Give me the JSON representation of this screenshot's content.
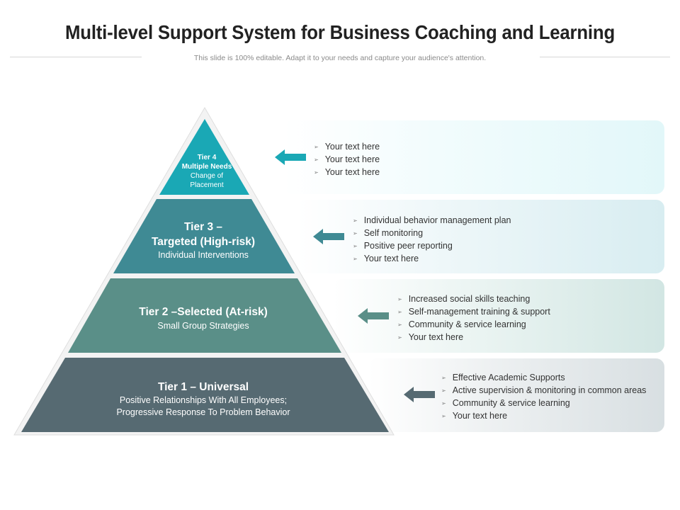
{
  "title": "Multi-level Support System for Business Coaching and Learning",
  "subtitle": "This slide is 100% editable. Adapt it to your needs and capture your audience's attention.",
  "colors": {
    "tier4": "#1aa8b5",
    "tier3": "#3f8a94",
    "tier2": "#5a8f88",
    "tier1": "#566a72"
  },
  "tiers": [
    {
      "name": "Tier 4",
      "name2": "Multiple Needs",
      "desc": "Change of",
      "desc2": "Placement",
      "bullets": [
        "Your text here",
        "Your text here",
        "Your text here"
      ]
    },
    {
      "name": "Tier 3 –",
      "name2": "Targeted (High-risk)",
      "desc": "Individual Interventions",
      "bullets": [
        "Individual behavior management plan",
        "Self monitoring",
        "Positive peer reporting",
        "Your text here"
      ]
    },
    {
      "name": "Tier 2 –Selected (At-risk)",
      "desc": "Small Group Strategies",
      "bullets": [
        "Increased social skills teaching",
        "Self-management training & support",
        "Community & service learning",
        "Your text here"
      ]
    },
    {
      "name": "Tier 1 – Universal",
      "desc": "Positive Relationships With All Employees;",
      "desc2": "Progressive Response To Problem Behavior",
      "bullets": [
        "Effective Academic Supports",
        "Active supervision & monitoring in common areas",
        "Community & service learning",
        "Your text here"
      ]
    }
  ]
}
